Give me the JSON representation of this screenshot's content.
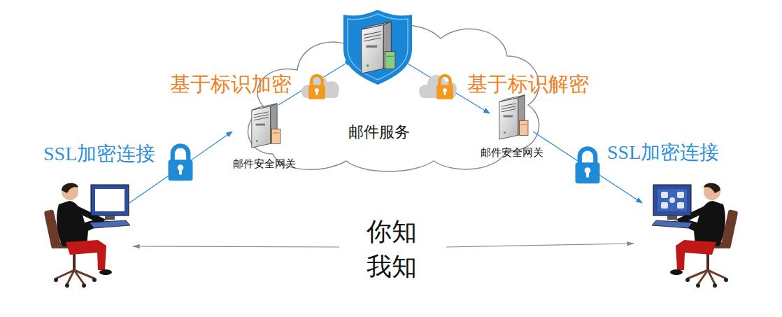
{
  "diagram": {
    "nodes": [
      {
        "text": [
          "邮件服务"
        ]
      },
      {
        "text": [
          "邮件安全网关"
        ],
        "in": 0
      },
      {
        "text": [
          "邮件安全网关"
        ],
        "in": 0
      }
    ],
    "labels": [
      "基于标识加密",
      "基于标识解密",
      "SSL加密连接",
      "SSL加密连接",
      "你知 我知"
    ]
  }
}
